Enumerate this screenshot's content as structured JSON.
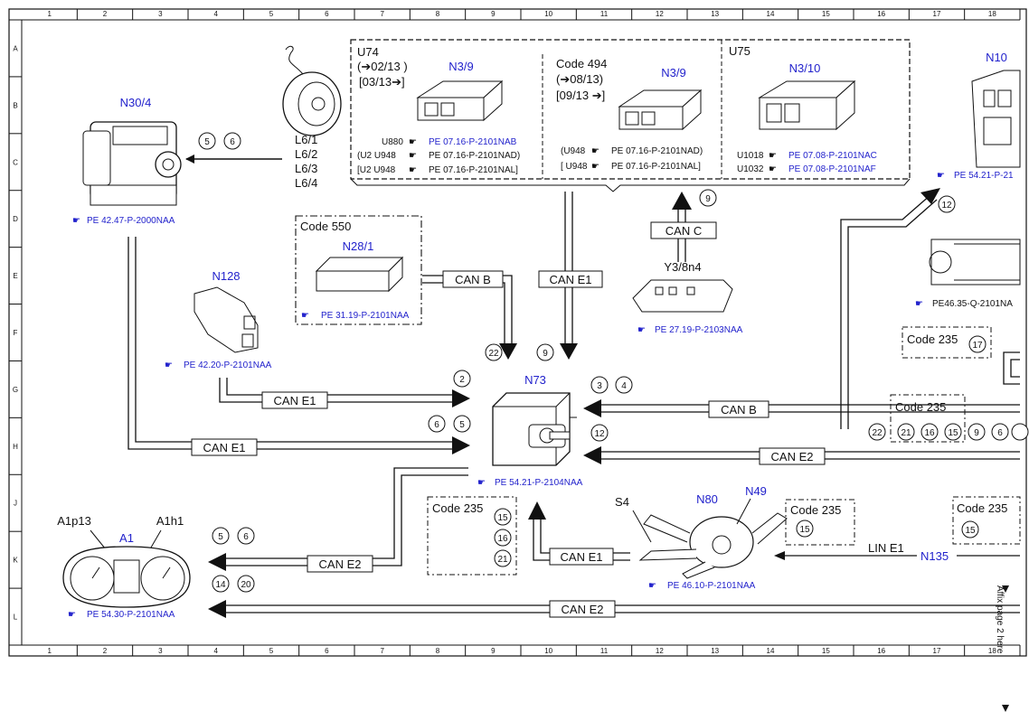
{
  "colors": {
    "ref_blue": "#2222cc",
    "line": "#111111"
  },
  "grid": {
    "cols": [
      "1",
      "2",
      "3",
      "4",
      "5",
      "6",
      "7",
      "8",
      "9",
      "10",
      "11",
      "12",
      "13",
      "14",
      "15",
      "16",
      "17",
      "18"
    ],
    "rows": [
      "A",
      "B",
      "C",
      "D",
      "E",
      "F",
      "G",
      "H",
      "J",
      "K",
      "L"
    ]
  },
  "components": {
    "n30_4": {
      "name": "N30/4",
      "ref": "PE 42.47-P-2000NAA"
    },
    "l6": [
      "L6/1",
      "L6/2",
      "L6/3",
      "L6/4"
    ],
    "u74": {
      "title": "U74",
      "from": "(➔02/13 )",
      "to": "[03/13➔]",
      "module": "N3/9",
      "lines": [
        {
          "pre": "U880",
          "ref": "PE 07.16-P-2101NAB",
          "blue": true
        },
        {
          "pre": "(U2  U948",
          "ref": "PE 07.16-P-2101NAD)",
          "blue": false
        },
        {
          "pre": "[U2  U948",
          "ref": "PE 07.16-P-2101NAL]",
          "blue": false
        }
      ]
    },
    "code494": {
      "title": "Code 494",
      "from": "(➔08/13)",
      "to": "[09/13  ➔]",
      "module": "N3/9",
      "lines": [
        {
          "pre": "(U948",
          "ref": "PE 07.16-P-2101NAD)"
        },
        {
          "pre": "[ U948",
          "ref": "PE 07.16-P-2101NAL]"
        }
      ]
    },
    "u75": {
      "title": "U75",
      "module": "N3/10",
      "lines": [
        {
          "pre": "U1018",
          "ref": "PE 07.08-P-2101NAC"
        },
        {
          "pre": "U1032",
          "ref": "PE 07.08-P-2101NAF"
        }
      ]
    },
    "n10": {
      "name": "N10",
      "ref": "PE 54.21-P-21"
    },
    "code550": {
      "title": "Code 550",
      "module": "N28/1",
      "ref": "PE 31.19-P-2101NAA"
    },
    "n128": {
      "name": "N128",
      "ref": "PE 42.20-P-2101NAA"
    },
    "y3": {
      "name": "Y3/8n4",
      "ref": "PE 27.19-P-2103NAA"
    },
    "pe46": {
      "ref": "PE46.35-Q-2101NA"
    },
    "n73": {
      "name": "N73",
      "ref": "PE 54.21-P-2104NAA"
    },
    "a1": {
      "name": "A1",
      "sub1": "A1p13",
      "sub2": "A1h1",
      "ref": "PE 54.30-P-2101NAA"
    },
    "n80": {
      "name": "N80",
      "n49": "N49",
      "s4": "S4",
      "ref": "PE 46.10-P-2101NAA"
    },
    "n135": {
      "name": "N135"
    },
    "code235": "Code 235"
  },
  "buses": {
    "can_b": "CAN B",
    "can_c": "CAN C",
    "can_e1": "CAN E1",
    "can_e2": "CAN E2",
    "lin_e1": "LIN E1"
  },
  "circles": {
    "c5": "5",
    "c6": "6",
    "c9": "9",
    "c12": "12",
    "c17": "17",
    "c2": "2",
    "c22": "22",
    "c3": "3",
    "c4": "4",
    "c21": "21",
    "c16": "16",
    "c15": "15",
    "c14": "14",
    "c20": "20"
  },
  "side_note": "Affix page 2 here"
}
